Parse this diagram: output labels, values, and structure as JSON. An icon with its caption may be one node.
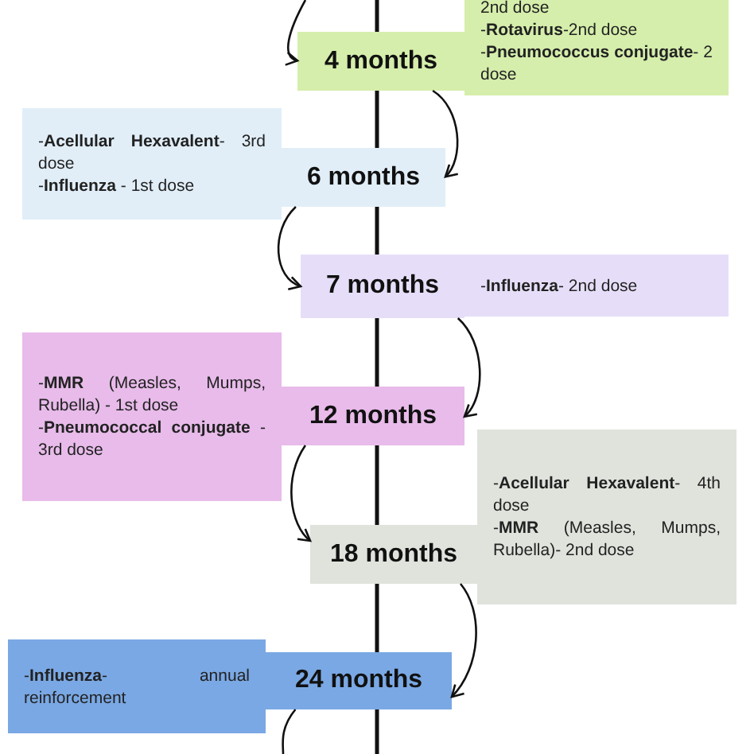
{
  "diagram": {
    "nodes": [
      {
        "text": [
          "4 months"
        ]
      },
      {
        "text": [
          "2nd dose",
          "-**Rotavirus**-2nd dose",
          "-**Pneumococcus conjugate**- 2 dose"
        ]
      },
      {
        "text": [
          "-**Acellular Hexavalent**- 3rd dose",
          "-**Influenza** - 1st dose"
        ]
      },
      {
        "text": [
          "6 months"
        ]
      },
      {
        "text": [
          "7 months"
        ]
      },
      {
        "text": [
          "-**Influenza**- 2nd dose"
        ]
      },
      {
        "text": [
          "-**MMR** (Measles, Mumps, Rubella) - 1st dose",
          "-**Pneumococcal conjugate** - 3rd dose"
        ]
      },
      {
        "text": [
          "12 months"
        ]
      },
      {
        "text": [
          "18 months"
        ]
      },
      {
        "text": [
          "-**Acellular Hexavalent**- 4th dose",
          "-**MMR** (Measles, Mumps, Rubella)- 2nd dose"
        ]
      },
      {
        "text": [
          "-**Influenza**- annual reinforcement"
        ]
      },
      {
        "text": [
          "24 months"
        ]
      }
    ],
    "edges": [
      {
        "from": null,
        "to": 0,
        "arrow": "to"
      },
      {
        "from": 0,
        "to": 3,
        "arrow": "to"
      },
      {
        "from": 3,
        "to": 4,
        "arrow": "to"
      },
      {
        "from": 4,
        "to": 7,
        "arrow": "to"
      },
      {
        "from": 7,
        "to": 8,
        "arrow": "to"
      },
      {
        "from": 8,
        "to": 11,
        "arrow": "to"
      },
      {
        "from": 11,
        "to": null,
        "arrow": "none"
      }
    ]
  }
}
